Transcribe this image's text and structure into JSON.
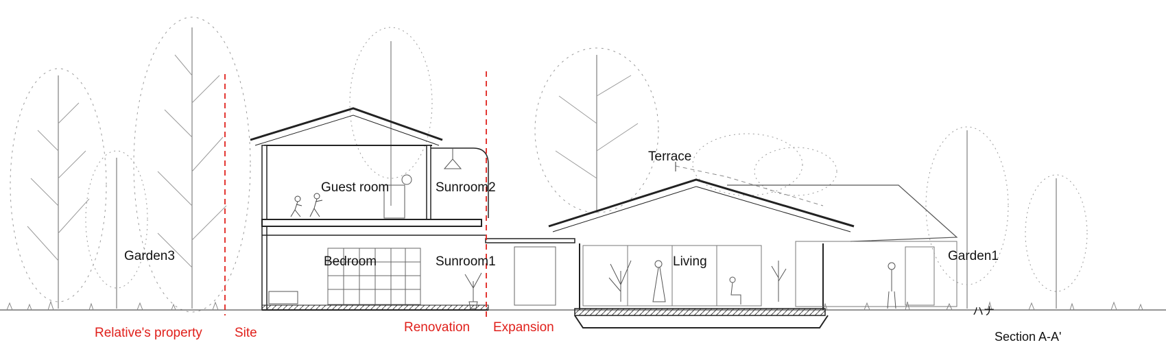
{
  "room_labels": {
    "guest_room": "Guest room",
    "sunroom2": "Sunroom2",
    "bedroom": "Bedroom",
    "sunroom1": "Sunroom1",
    "living": "Living",
    "terrace": "Terrace",
    "garden3": "Garden3",
    "garden1": "Garden1"
  },
  "zone_labels": {
    "relatives_property": "Relative's property",
    "site": "Site",
    "renovation": "Renovation",
    "expansion": "Expansion"
  },
  "section_title": "Section A-A'",
  "sign_text": "ハナ",
  "colors": {
    "line": "#3a3a3a",
    "boundary": "#e0201b",
    "text": "#111111"
  }
}
